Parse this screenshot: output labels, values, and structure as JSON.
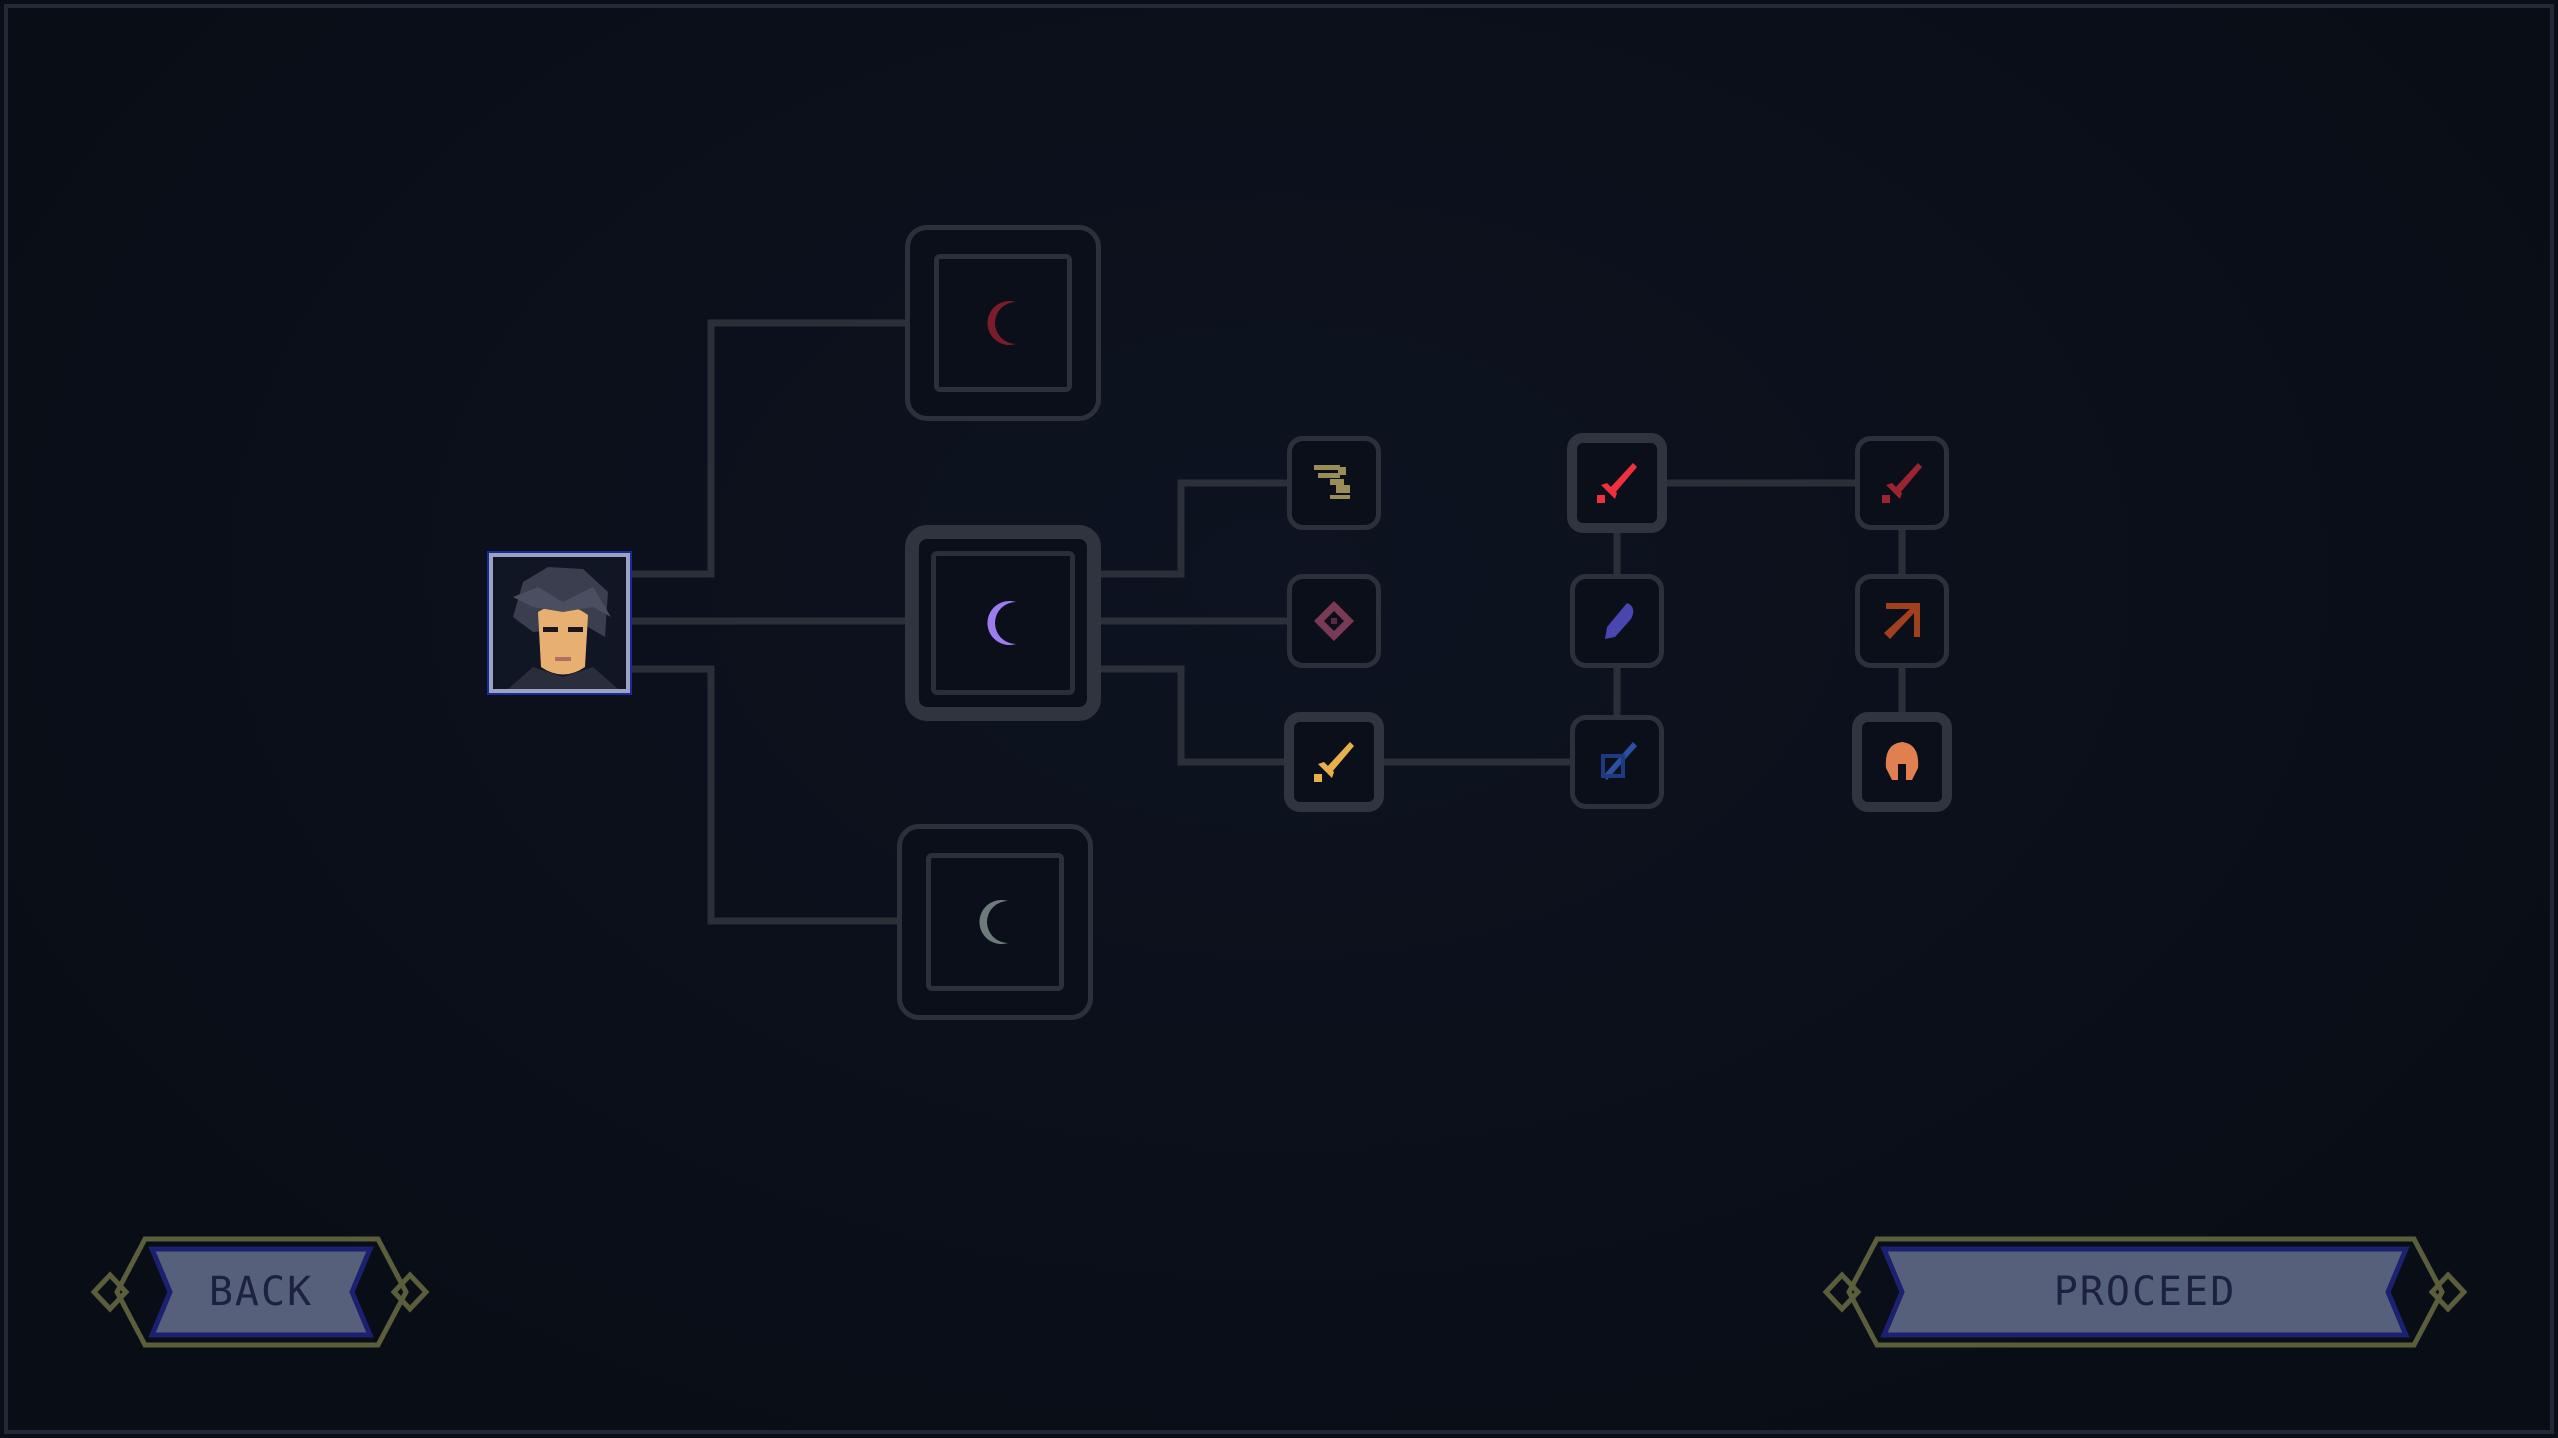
{
  "buttons": {
    "back": "BACK",
    "proceed": "PROCEED"
  },
  "character": {
    "portrait": "character-portrait"
  },
  "paths": [
    {
      "name": "crimson-moon",
      "icon": "crescent-moon-icon",
      "color": "#7a1c2a",
      "state": "locked"
    },
    {
      "name": "violet-moon",
      "icon": "crescent-moon-icon",
      "color": "#9d7cf0",
      "state": "selected"
    },
    {
      "name": "pale-moon",
      "icon": "crescent-moon-icon",
      "color": "#6f7a7a",
      "state": "locked"
    }
  ],
  "skills": [
    {
      "name": "wind-dash",
      "icon": "wing-icon",
      "color": "#9a8d5a",
      "state": "locked"
    },
    {
      "name": "rune-diamond",
      "icon": "diamond-rune-icon",
      "color": "#7a3a55",
      "state": "locked"
    },
    {
      "name": "golden-sword",
      "icon": "sword-icon",
      "color": "#e8b04a",
      "state": "unlocked"
    },
    {
      "name": "crimson-sword",
      "icon": "sword-icon",
      "color": "#f0303c",
      "state": "unlocked"
    },
    {
      "name": "blue-comet",
      "icon": "comet-icon",
      "color": "#4a46b0",
      "state": "locked"
    },
    {
      "name": "blue-spear",
      "icon": "spear-icon",
      "color": "#2a50a0",
      "state": "locked"
    },
    {
      "name": "dark-sword",
      "icon": "sword-icon",
      "color": "#9a2430",
      "state": "locked"
    },
    {
      "name": "arrow-strike",
      "icon": "arrow-icon",
      "color": "#a0401e",
      "state": "locked"
    },
    {
      "name": "helmet",
      "icon": "helmet-icon",
      "color": "#e08050",
      "state": "unlocked"
    }
  ]
}
